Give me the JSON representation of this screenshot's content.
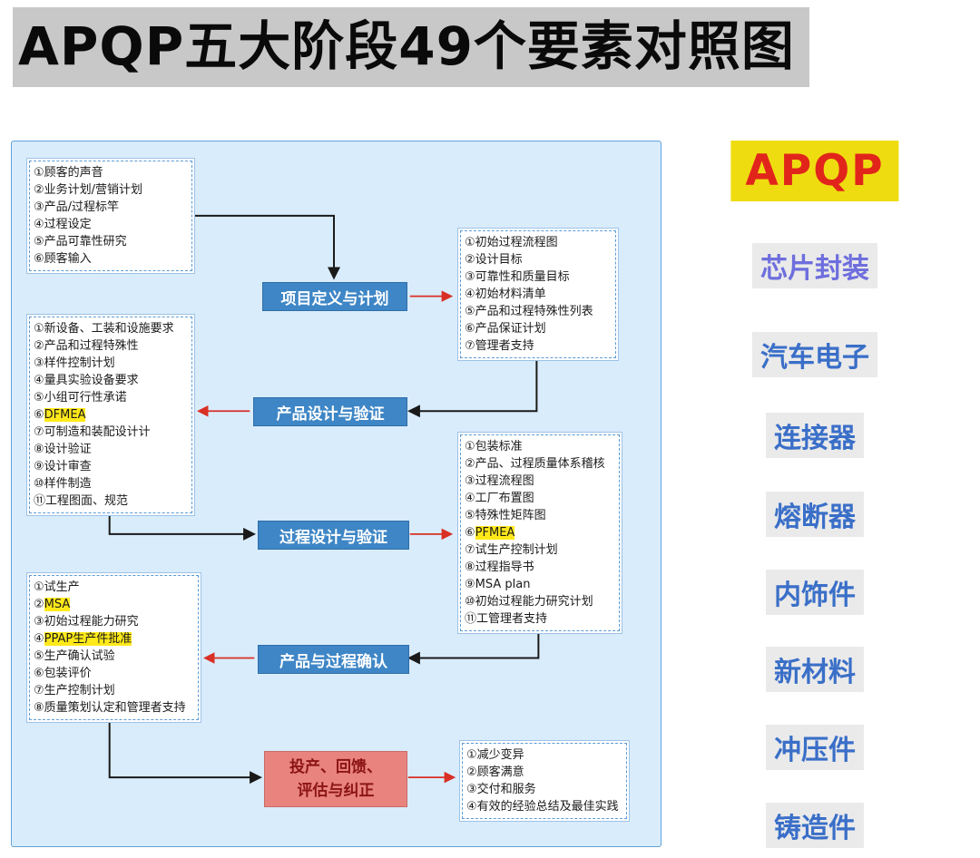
{
  "title": "APQP五大阶段49个要素对照图",
  "colors": {
    "title_highlight": "#c8c8c8",
    "panel_bg": "#d9ecfc",
    "panel_border": "#61a2d8",
    "box_dashed_border": "#5b9bd5",
    "phase_blue_bg": "#3e86c6",
    "phase_red_bg": "#e8837e",
    "phase_red_text": "#8c1414",
    "arrow_red": "#d93025",
    "arrow_black": "#1a1a1a",
    "highlight_yellow": "#ffe91a",
    "sidebar_apqp_bg": "#efdc10",
    "sidebar_apqp_text": "#e1251b",
    "sidebar_item_bg": "#eaeaea",
    "sidebar_item_blue": "#3a6fc8",
    "sidebar_item_purple": "#6e6ede"
  },
  "phases": [
    {
      "label": "项目定义与计划"
    },
    {
      "label": "产品设计与验证"
    },
    {
      "label": "过程设计与验证"
    },
    {
      "label": "产品与过程确认"
    },
    {
      "line1": "投产、回馈、",
      "line2": "评估与纠正"
    }
  ],
  "boxes": {
    "inputs1": {
      "items": [
        "①顾客的声音",
        "②业务计划/营销计划",
        "③产品/过程标竿",
        "④过程设定",
        "⑤产品可靠性研究",
        "⑥顾客输入"
      ]
    },
    "outputs1": {
      "items": [
        "①初始过程流程图",
        "②设计目标",
        "③可靠性和质量目标",
        "④初始材料清单",
        "⑤产品和过程特殊性列表",
        "⑥产品保证计划",
        "⑦管理者支持"
      ]
    },
    "inputs2": {
      "items": [
        "①新设备、工装和设施要求",
        "②产品和过程特殊性",
        "③样件控制计划",
        "④量具实验设备要求",
        "⑤小组可行性承诺",
        {
          "pre": "⑥",
          "hl": "DFMEA"
        },
        "⑦可制造和装配设计计",
        "⑧设计验证",
        "⑨设计审查",
        "⑩样件制造",
        "⑪工程图面、规范"
      ]
    },
    "outputs2": {
      "items": [
        "①包装标准",
        "②产品、过程质量体系稽核",
        "③过程流程图",
        "④工厂布置图",
        "⑤特殊性矩阵图",
        {
          "pre": "⑥",
          "hl": "PFMEA"
        },
        "⑦试生产控制计划",
        "⑧过程指导书",
        "⑨MSA plan",
        "⑩初始过程能力研究计划",
        "⑪工管理者支持"
      ]
    },
    "inputs3": {
      "items": [
        "①试生产",
        {
          "pre": "②",
          "hl": "MSA"
        },
        "③初始过程能力研究",
        {
          "pre": "④",
          "hl": "PPAP生产件批准"
        },
        "⑤生产确认试验",
        "⑥包装评价",
        "⑦生产控制计划",
        "⑧质量策划认定和管理者支持"
      ]
    },
    "outputs3": {
      "items": [
        "①减少变异",
        "②顾客满意",
        "③交付和服务",
        "④有效的经验总结及最佳实践"
      ]
    }
  },
  "sidebar": {
    "apqp": "APQP",
    "items": [
      "芯片封装",
      "汽车电子",
      "连接器",
      "熔断器",
      "内饰件",
      "新材料",
      "冲压件",
      "铸造件"
    ]
  }
}
